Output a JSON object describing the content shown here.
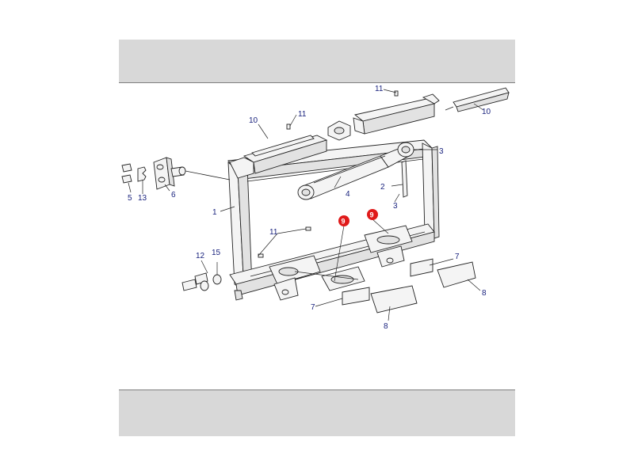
{
  "colors": {
    "band": "#d8d8d8",
    "label": "#1a237e",
    "highlight": "#e01a1a"
  },
  "callouts": [
    {
      "id": "c1",
      "text": "1"
    },
    {
      "id": "c2",
      "text": "2"
    },
    {
      "id": "c3a",
      "text": "3"
    },
    {
      "id": "c3b",
      "text": "3"
    },
    {
      "id": "c4",
      "text": "4"
    },
    {
      "id": "c5",
      "text": "5"
    },
    {
      "id": "c6",
      "text": "6"
    },
    {
      "id": "c7a",
      "text": "7"
    },
    {
      "id": "c7b",
      "text": "7"
    },
    {
      "id": "c8a",
      "text": "8"
    },
    {
      "id": "c8b",
      "text": "8"
    },
    {
      "id": "c9a",
      "text": "9"
    },
    {
      "id": "c9b",
      "text": "9"
    },
    {
      "id": "c10a",
      "text": "10"
    },
    {
      "id": "c10b",
      "text": "10"
    },
    {
      "id": "c11a",
      "text": "11"
    },
    {
      "id": "c11b",
      "text": "11"
    },
    {
      "id": "c11c",
      "text": "11"
    },
    {
      "id": "c12",
      "text": "12"
    },
    {
      "id": "c13",
      "text": "13"
    },
    {
      "id": "c15",
      "text": "15"
    }
  ]
}
